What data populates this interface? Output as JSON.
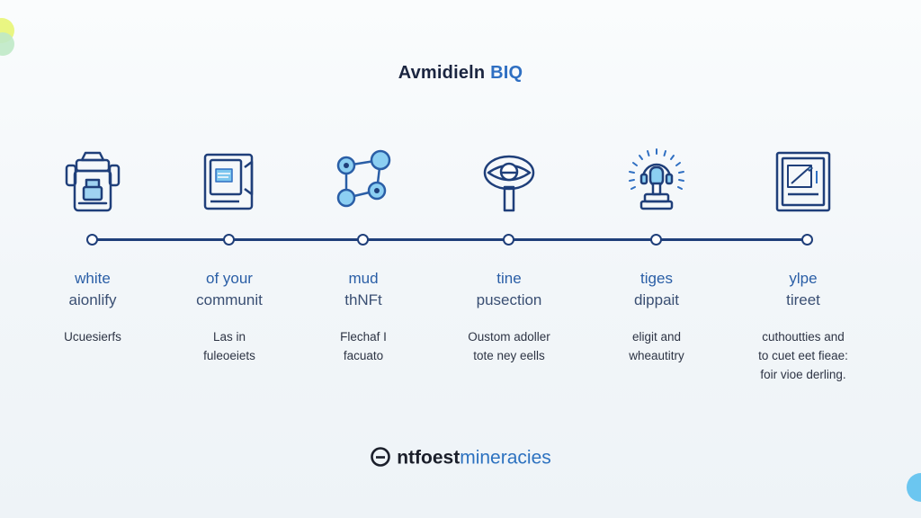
{
  "title": {
    "part1": "Avmidieln",
    "part2": "BIQ"
  },
  "steps": [
    {
      "icon": "robot-kiosk-icon",
      "label": [
        "white",
        "aionlify"
      ],
      "desc": [
        "Ucuesierfs"
      ]
    },
    {
      "icon": "document-device-icon",
      "label": [
        "of your",
        "communit"
      ],
      "desc": [
        "Las in",
        "fuleoeiets"
      ]
    },
    {
      "icon": "network-nodes-icon",
      "label": [
        "mud",
        "thNFt"
      ],
      "desc": [
        "Flechaf I",
        "facuato"
      ]
    },
    {
      "icon": "eye-signpost-icon",
      "label": [
        "tine",
        "pusection"
      ],
      "desc": [
        "Oustom adoller",
        "tote ney eells"
      ]
    },
    {
      "icon": "broadcast-person-icon",
      "label": [
        "tiges",
        "dippait"
      ],
      "desc": [
        "eligit and",
        "wheautitry"
      ]
    },
    {
      "icon": "edit-panel-icon",
      "label": [
        "ylpe",
        "tireet"
      ],
      "desc": [
        "cuthoutties and",
        "to cuet eet fieae:",
        "foir vioe derling."
      ]
    }
  ],
  "footer": {
    "part1": "ntfoest",
    "part2": "mineracies",
    "icon": "minus-circle-icon"
  },
  "colors": {
    "navy": "#1f3f7a",
    "accent": "#2f6fc2",
    "light_blue": "#7cc6ee"
  }
}
